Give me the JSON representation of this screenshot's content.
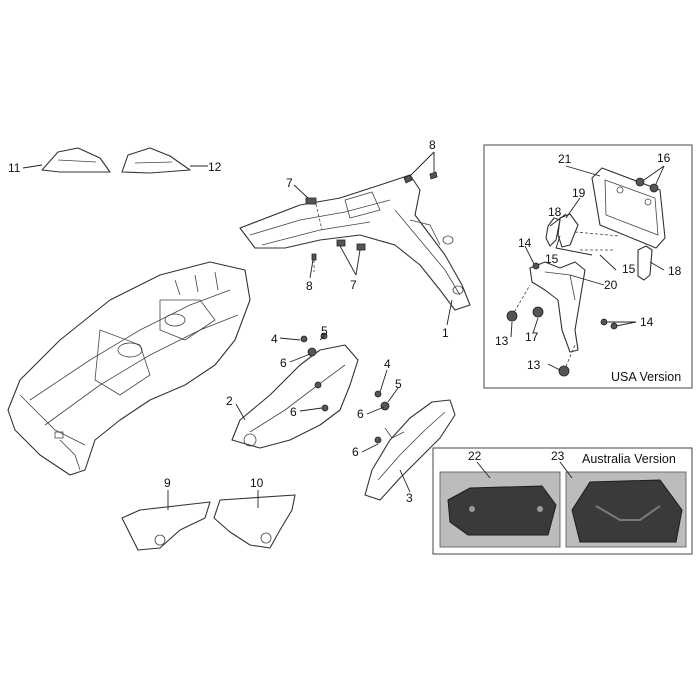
{
  "callouts": [
    {
      "id": "1",
      "label": "1"
    },
    {
      "id": "2",
      "label": "2"
    },
    {
      "id": "3",
      "label": "3"
    },
    {
      "id": "4a",
      "label": "4"
    },
    {
      "id": "4b",
      "label": "4"
    },
    {
      "id": "5a",
      "label": "5"
    },
    {
      "id": "5b",
      "label": "5"
    },
    {
      "id": "6a",
      "label": "6"
    },
    {
      "id": "6b",
      "label": "6"
    },
    {
      "id": "6c",
      "label": "6"
    },
    {
      "id": "6d",
      "label": "6"
    },
    {
      "id": "7a",
      "label": "7"
    },
    {
      "id": "7b",
      "label": "7"
    },
    {
      "id": "8a",
      "label": "8"
    },
    {
      "id": "8b",
      "label": "8"
    },
    {
      "id": "9",
      "label": "9"
    },
    {
      "id": "10",
      "label": "10"
    },
    {
      "id": "11",
      "label": "11"
    },
    {
      "id": "12",
      "label": "12"
    },
    {
      "id": "13a",
      "label": "13"
    },
    {
      "id": "13b",
      "label": "13"
    },
    {
      "id": "14a",
      "label": "14"
    },
    {
      "id": "14b",
      "label": "14"
    },
    {
      "id": "15a",
      "label": "15"
    },
    {
      "id": "15b",
      "label": "15"
    },
    {
      "id": "16",
      "label": "16"
    },
    {
      "id": "17",
      "label": "17"
    },
    {
      "id": "18a",
      "label": "18"
    },
    {
      "id": "18b",
      "label": "18"
    },
    {
      "id": "19",
      "label": "19"
    },
    {
      "id": "20",
      "label": "20"
    },
    {
      "id": "21",
      "label": "21"
    },
    {
      "id": "22",
      "label": "22"
    },
    {
      "id": "23",
      "label": "23"
    }
  ],
  "insets": {
    "usa": {
      "label": "USA Version"
    },
    "australia": {
      "label": "Australia Version"
    }
  }
}
